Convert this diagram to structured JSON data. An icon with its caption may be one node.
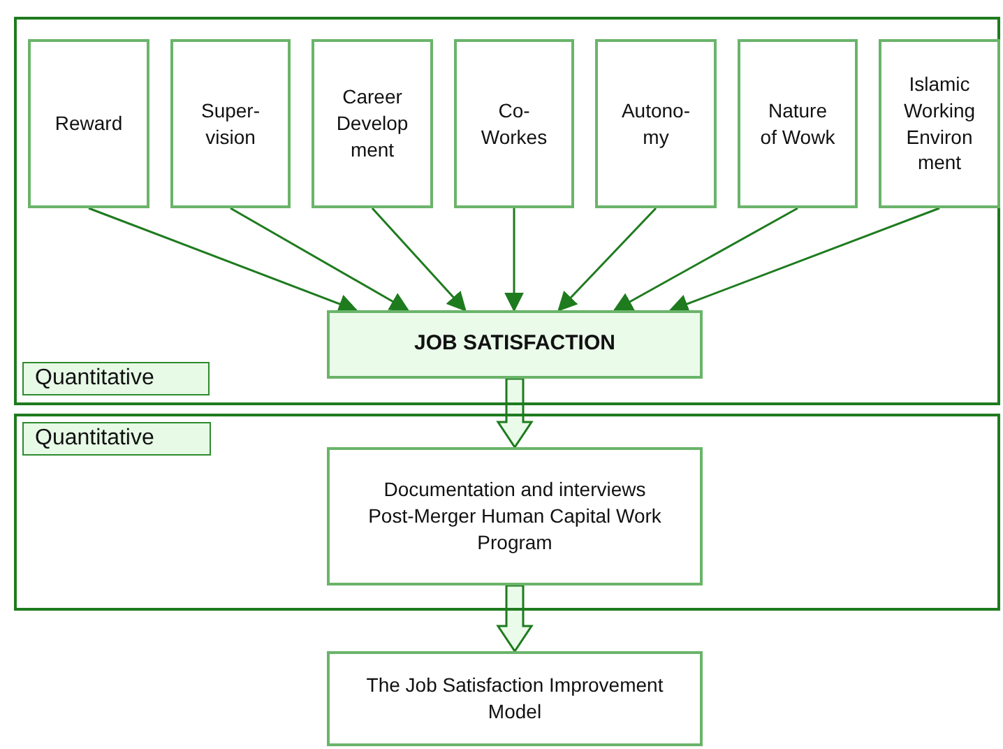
{
  "diagram": {
    "nodes": [
      {
        "text": [],
        "shape": "box"
      },
      {
        "text": [
          "Reward"
        ],
        "in": 0
      },
      {
        "text": [
          "Super- vision"
        ],
        "in": 0
      },
      {
        "text": [
          "Career Develop ment"
        ],
        "in": 0
      },
      {
        "text": [
          "Co- Workes"
        ],
        "in": 0
      },
      {
        "text": [
          "Autono- my"
        ],
        "in": 0
      },
      {
        "text": [
          "Nature of Wowk"
        ],
        "in": 0
      },
      {
        "text": [
          "Islamic Working Environ ment"
        ],
        "in": 0
      },
      {
        "text": [
          "JOB SATISFACTION"
        ],
        "in": 0
      },
      {
        "text": [
          "Quantitative"
        ],
        "in": 0
      },
      {
        "text": [],
        "shape": "box"
      },
      {
        "text": [
          "Quantitative"
        ],
        "in": 10
      },
      {
        "text": [
          "Documentation and interviews Post-Merger Human Capital Work Program"
        ],
        "in": 10
      },
      {
        "text": [
          "The Job Satisfaction Improvement Model"
        ]
      }
    ],
    "edges": [
      {
        "from": 1,
        "to": 8,
        "arrow": "to"
      },
      {
        "from": 2,
        "to": 8,
        "arrow": "to"
      },
      {
        "from": 3,
        "to": 8,
        "arrow": "to"
      },
      {
        "from": 4,
        "to": 8,
        "arrow": "to"
      },
      {
        "from": 5,
        "to": 8,
        "arrow": "to"
      },
      {
        "from": 6,
        "to": 8,
        "arrow": "to"
      },
      {
        "from": 7,
        "to": 8,
        "arrow": "to"
      },
      {
        "from": 8,
        "to": 12,
        "arrow": "to",
        "style": "thick"
      },
      {
        "from": 12,
        "to": 13,
        "arrow": "to",
        "style": "thick"
      }
    ]
  }
}
